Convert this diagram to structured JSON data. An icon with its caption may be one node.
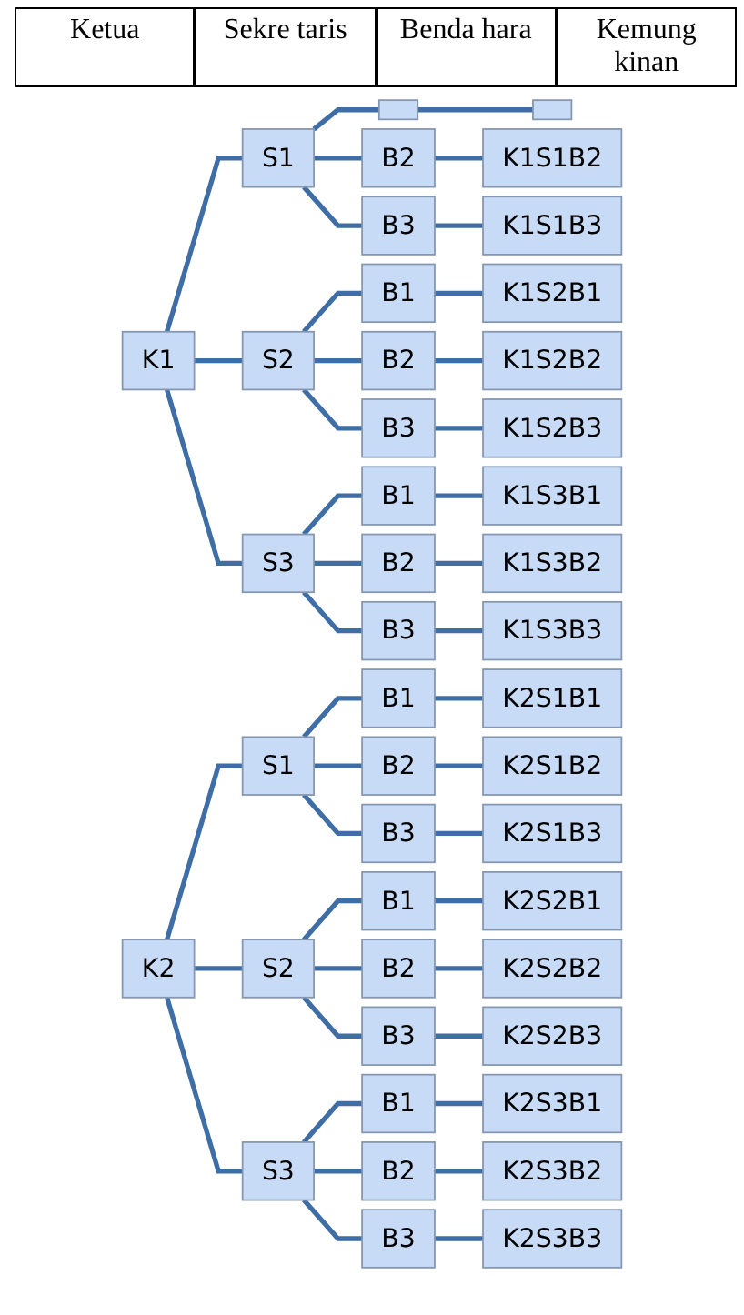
{
  "diagram": {
    "nodes": [
      {
        "text": [
          "K1"
        ]
      },
      {
        "text": [
          "S1"
        ]
      },
      {
        "text": [],
        "shape": "box"
      },
      {
        "text": [],
        "shape": "box"
      },
      {
        "text": [
          "B2"
        ]
      },
      {
        "text": [
          "K1S1B2"
        ]
      },
      {
        "text": [
          "B3"
        ]
      },
      {
        "text": [
          "K1S1B3"
        ]
      },
      {
        "text": [
          "S2"
        ]
      },
      {
        "text": [
          "B1"
        ]
      },
      {
        "text": [
          "K1S2B1"
        ]
      },
      {
        "text": [
          "B2"
        ]
      },
      {
        "text": [
          "K1S2B2"
        ]
      },
      {
        "text": [
          "B3"
        ]
      },
      {
        "text": [
          "K1S2B3"
        ]
      },
      {
        "text": [
          "S3"
        ]
      },
      {
        "text": [
          "B1"
        ]
      },
      {
        "text": [
          "K1S3B1"
        ]
      },
      {
        "text": [
          "B2"
        ]
      },
      {
        "text": [
          "K1S3B2"
        ]
      },
      {
        "text": [
          "B3"
        ]
      },
      {
        "text": [
          "K1S3B3"
        ]
      },
      {
        "text": [
          "K2"
        ]
      },
      {
        "text": [
          "S1"
        ]
      },
      {
        "text": [
          "B1"
        ]
      },
      {
        "text": [
          "K2S1B1"
        ]
      },
      {
        "text": [
          "B2"
        ]
      },
      {
        "text": [
          "K2S1B2"
        ]
      },
      {
        "text": [
          "B3"
        ]
      },
      {
        "text": [
          "K2S1B3"
        ]
      },
      {
        "text": [
          "S2"
        ]
      },
      {
        "text": [
          "B1"
        ]
      },
      {
        "text": [
          "K2S2B1"
        ]
      },
      {
        "text": [
          "B2"
        ]
      },
      {
        "text": [
          "K2S2B2"
        ]
      },
      {
        "text": [
          "B3"
        ]
      },
      {
        "text": [
          "K2S2B3"
        ]
      },
      {
        "text": [
          "S3"
        ]
      },
      {
        "text": [
          "B1"
        ]
      },
      {
        "text": [
          "K2S3B1"
        ]
      },
      {
        "text": [
          "B2"
        ]
      },
      {
        "text": [
          "K2S3B2"
        ]
      },
      {
        "text": [
          "B3"
        ]
      },
      {
        "text": [
          "K2S3B3"
        ]
      }
    ],
    "edges": [
      {
        "from": 0,
        "to": 1,
        "arrow": "none"
      },
      {
        "from": 1,
        "to": 2,
        "arrow": "none"
      },
      {
        "from": 2,
        "to": 3,
        "arrow": "none"
      },
      {
        "from": 1,
        "to": 4,
        "arrow": "none"
      },
      {
        "from": 4,
        "to": 5,
        "arrow": "none"
      },
      {
        "from": 1,
        "to": 6,
        "arrow": "none"
      },
      {
        "from": 6,
        "to": 7,
        "arrow": "none"
      },
      {
        "from": 0,
        "to": 8,
        "arrow": "none"
      },
      {
        "from": 8,
        "to": 9,
        "arrow": "none"
      },
      {
        "from": 9,
        "to": 10,
        "arrow": "none"
      },
      {
        "from": 8,
        "to": 11,
        "arrow": "none"
      },
      {
        "from": 11,
        "to": 12,
        "arrow": "none"
      },
      {
        "from": 8,
        "to": 13,
        "arrow": "none"
      },
      {
        "from": 13,
        "to": 14,
        "arrow": "none"
      },
      {
        "from": 0,
        "to": 15,
        "arrow": "none"
      },
      {
        "from": 15,
        "to": 16,
        "arrow": "none"
      },
      {
        "from": 16,
        "to": 17,
        "arrow": "none"
      },
      {
        "from": 15,
        "to": 18,
        "arrow": "none"
      },
      {
        "from": 18,
        "to": 19,
        "arrow": "none"
      },
      {
        "from": 15,
        "to": 20,
        "arrow": "none"
      },
      {
        "from": 20,
        "to": 21,
        "arrow": "none"
      },
      {
        "from": 22,
        "to": 23,
        "arrow": "none"
      },
      {
        "from": 23,
        "to": 24,
        "arrow": "none"
      },
      {
        "from": 24,
        "to": 25,
        "arrow": "none"
      },
      {
        "from": 23,
        "to": 26,
        "arrow": "none"
      },
      {
        "from": 26,
        "to": 27,
        "arrow": "none"
      },
      {
        "from": 23,
        "to": 28,
        "arrow": "none"
      },
      {
        "from": 28,
        "to": 29,
        "arrow": "none"
      },
      {
        "from": 22,
        "to": 30,
        "arrow": "none"
      },
      {
        "from": 30,
        "to": 31,
        "arrow": "none"
      },
      {
        "from": 31,
        "to": 32,
        "arrow": "none"
      },
      {
        "from": 30,
        "to": 33,
        "arrow": "none"
      },
      {
        "from": 33,
        "to": 34,
        "arrow": "none"
      },
      {
        "from": 30,
        "to": 35,
        "arrow": "none"
      },
      {
        "from": 35,
        "to": 36,
        "arrow": "none"
      },
      {
        "from": 22,
        "to": 37,
        "arrow": "none"
      },
      {
        "from": 37,
        "to": 38,
        "arrow": "none"
      },
      {
        "from": 38,
        "to": 39,
        "arrow": "none"
      },
      {
        "from": 37,
        "to": 40,
        "arrow": "none"
      },
      {
        "from": 40,
        "to": 41,
        "arrow": "none"
      },
      {
        "from": 37,
        "to": 42,
        "arrow": "none"
      },
      {
        "from": 42,
        "to": 43,
        "arrow": "none"
      }
    ],
    "labels": [
      "Ketua",
      "Sekre taris",
      "Benda hara",
      "Kemung kinan"
    ]
  }
}
